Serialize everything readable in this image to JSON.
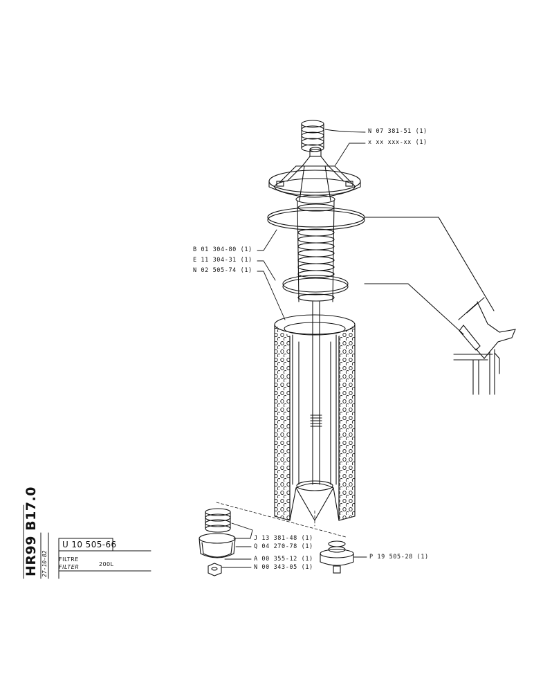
{
  "title_block": {
    "sheet_id": "HR99 B17.0",
    "date": "27-10-82",
    "part_number": "U 10 505-66",
    "name_fr": "FILTRE",
    "name_en": "FILTER",
    "capacity": "200L"
  },
  "callouts": [
    {
      "id": "spring-top",
      "text": "N 07 381-51 (1)"
    },
    {
      "id": "head-cap",
      "text": "x xx xxx-xx (1)"
    },
    {
      "id": "seal-upper",
      "text": "B 01 304-80 (1)"
    },
    {
      "id": "tube",
      "text": "E 11 304-31 (1)"
    },
    {
      "id": "seal-lower",
      "text": "N 02 505-74 (1)"
    },
    {
      "id": "spring-bottom",
      "text": "J 13 381-48 (1)"
    },
    {
      "id": "cup",
      "text": "Q 04 270-78 (1)"
    },
    {
      "id": "washer",
      "text": "A 00 355-12 (1)"
    },
    {
      "id": "nut",
      "text": "N 00 343-05 (1)"
    },
    {
      "id": "valve",
      "text": "P 19 505-28 (1)"
    }
  ],
  "style": {
    "ink": "#111111",
    "paper": "#ffffff"
  }
}
